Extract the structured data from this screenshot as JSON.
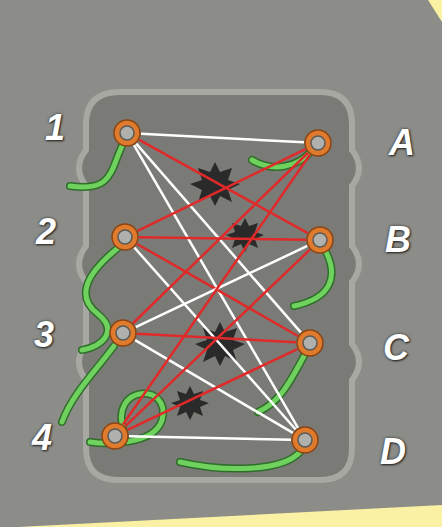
{
  "diagram": {
    "nodes": [
      {
        "text": [
          "1"
        ]
      },
      {
        "text": [
          "A"
        ]
      },
      {
        "text": [
          "2"
        ]
      },
      {
        "text": [
          "B"
        ]
      },
      {
        "text": [
          "3"
        ]
      },
      {
        "text": [
          "C"
        ]
      },
      {
        "text": [
          "4"
        ]
      },
      {
        "text": [
          "D"
        ]
      }
    ],
    "edges": [
      {
        "from": 0,
        "to": 1,
        "arrow": "none"
      },
      {
        "from": 0,
        "to": 3,
        "arrow": "none"
      },
      {
        "from": 0,
        "to": 5,
        "arrow": "none"
      },
      {
        "from": 0,
        "to": 7,
        "arrow": "none"
      },
      {
        "from": 2,
        "to": 1,
        "arrow": "none"
      },
      {
        "from": 2,
        "to": 3,
        "arrow": "none"
      },
      {
        "from": 2,
        "to": 5,
        "arrow": "none"
      },
      {
        "from": 2,
        "to": 7,
        "arrow": "none"
      },
      {
        "from": 4,
        "to": 1,
        "arrow": "none"
      },
      {
        "from": 4,
        "to": 3,
        "arrow": "none"
      },
      {
        "from": 4,
        "to": 5,
        "arrow": "none"
      },
      {
        "from": 4,
        "to": 7,
        "arrow": "none"
      },
      {
        "from": 6,
        "to": 1,
        "arrow": "none"
      },
      {
        "from": 6,
        "to": 3,
        "arrow": "none"
      },
      {
        "from": 6,
        "to": 5,
        "arrow": "none"
      },
      {
        "from": 6,
        "to": 7,
        "arrow": "none"
      }
    ]
  }
}
